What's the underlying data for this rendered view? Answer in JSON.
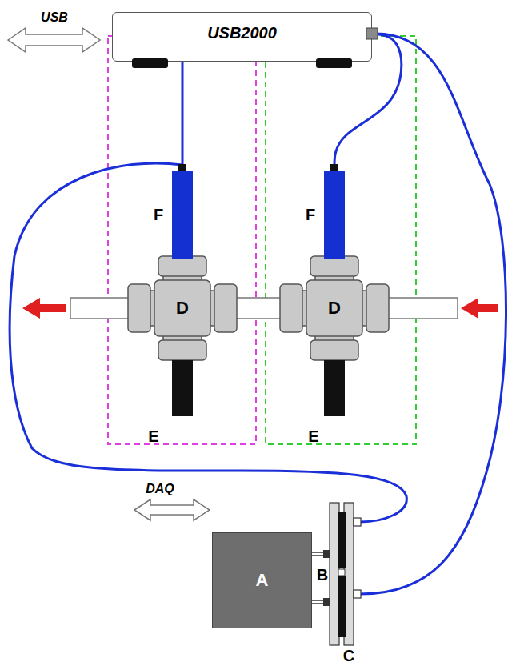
{
  "diagram": {
    "nodes": [
      {
        "text": [
          "USB2000"
        ]
      },
      {
        "text": [
          "F"
        ]
      },
      {
        "text": [
          "F"
        ]
      },
      {
        "text": [
          "A"
        ]
      }
    ],
    "edges": [
      {
        "from": 0,
        "to": 1,
        "arrow": "none"
      },
      {
        "from": 0,
        "to": 2,
        "arrow": "none"
      }
    ],
    "labels": [
      "USB",
      "D",
      "E",
      "D",
      "E",
      "DAQ",
      "B",
      "C"
    ]
  }
}
